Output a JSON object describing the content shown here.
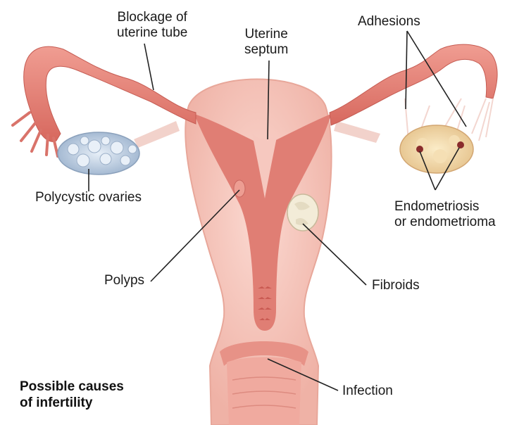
{
  "labels": {
    "blockage": [
      "Blockage of",
      "uterine tube"
    ],
    "septum": [
      "Uterine",
      "septum"
    ],
    "adhesions": "Adhesions",
    "polycystic": "Polycystic ovaries",
    "endometriosis": [
      "Endometriosis",
      "or endometrioma"
    ],
    "polyps": "Polyps",
    "fibroids": "Fibroids",
    "infection": "Infection"
  },
  "caption": [
    "Possible causes",
    "of infertility"
  ],
  "colors": {
    "uterus_outer": "#f4c2b8",
    "uterus_inner": "#e07e74",
    "tube": "#e58a80",
    "ovary": "#c9d7e6",
    "leader_line": "#222222"
  }
}
